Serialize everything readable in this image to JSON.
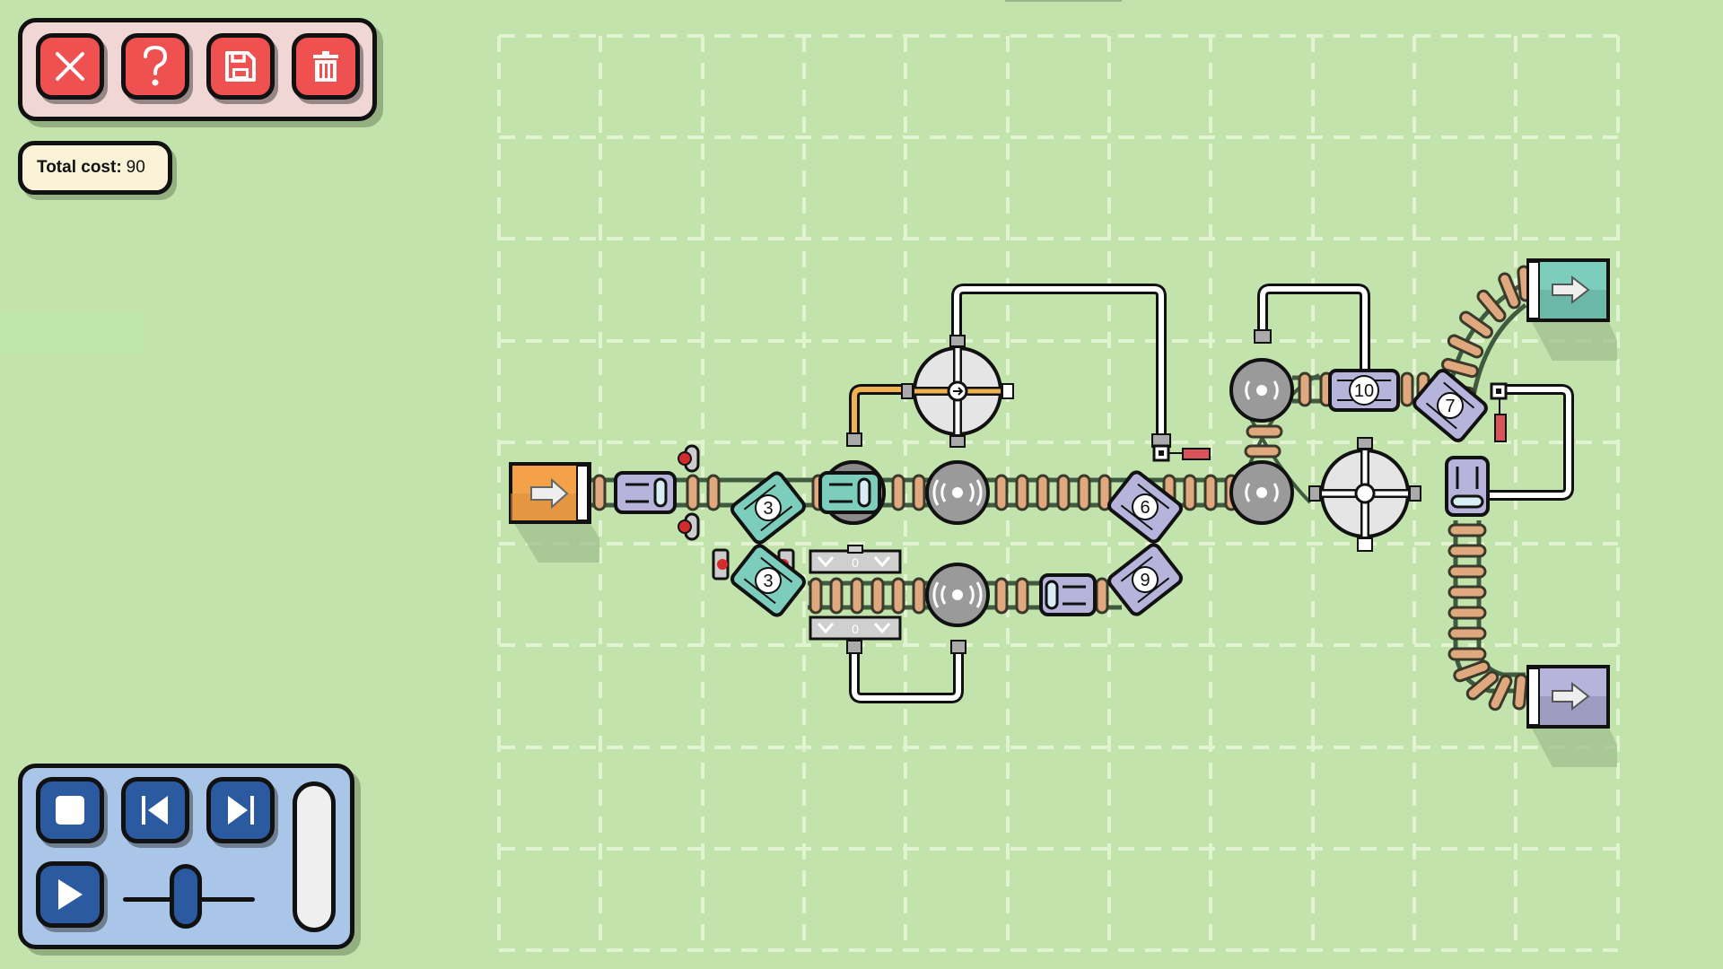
{
  "toolbar": {
    "buttons": [
      {
        "name": "close",
        "icon": "close-icon"
      },
      {
        "name": "help",
        "icon": "question-icon"
      },
      {
        "name": "save",
        "icon": "save-icon"
      },
      {
        "name": "delete",
        "icon": "trash-icon"
      }
    ]
  },
  "cost": {
    "label": "Total cost:",
    "value": "90"
  },
  "playback": {
    "buttons": [
      {
        "name": "stop",
        "icon": "stop-icon"
      },
      {
        "name": "step-back",
        "icon": "step-back-icon"
      },
      {
        "name": "step-forward",
        "icon": "step-forward-icon"
      },
      {
        "name": "play",
        "icon": "play-icon"
      }
    ],
    "speed_slider_position": 0.45
  },
  "colors": {
    "background": "#c3e3ad",
    "grid_line": "#e6f5d6",
    "toolbar_bg": "#f0d6d4",
    "button_red": "#ef5151",
    "button_blue": "#2b5aa0",
    "control_panel_bg": "#a9c5e8",
    "cost_bg": "#fbf3d8",
    "tie": "#dfa87e",
    "rail": "#3f5a3f",
    "teal": "#7dcdbd",
    "lavender": "#b7b4dc",
    "orange": "#f4a24a",
    "signal_red": "#d9545a"
  },
  "board": {
    "grid": {
      "cols": 11,
      "rows": 9
    },
    "entrance": {
      "color": "orange",
      "icon": "arrow-right-icon"
    },
    "exits": [
      {
        "color": "teal",
        "icon": "arrow-right-icon"
      },
      {
        "color": "lavender",
        "icon": "arrow-right-icon"
      }
    ],
    "switches": [
      {
        "label": "3",
        "color": "teal"
      },
      {
        "label": "3",
        "color": "teal"
      },
      {
        "label": "6",
        "color": "lavender"
      },
      {
        "label": "9",
        "color": "lavender"
      },
      {
        "label": "10",
        "color": "lavender"
      },
      {
        "label": "7",
        "color": "lavender"
      }
    ],
    "counters": [
      {
        "value": "0"
      },
      {
        "value": "0"
      }
    ],
    "trains": [
      {
        "color": "lavender"
      },
      {
        "color": "teal"
      },
      {
        "color": "lavender"
      },
      {
        "color": "lavender"
      }
    ]
  }
}
